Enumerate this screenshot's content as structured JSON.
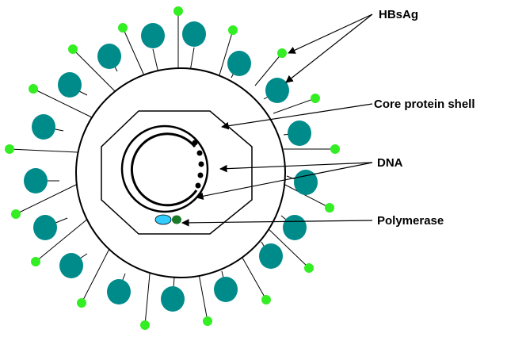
{
  "labels": {
    "hbsag": "HBsAg",
    "core_shell": "Core protein shell",
    "dna": "DNA",
    "polymerase": "Polymerase"
  },
  "colors": {
    "teal_protein": "#008b8b",
    "green_tip": "#33ee22",
    "polymerase_light": "#33ccff",
    "polymerase_dark": "#1a7a2a",
    "outline": "#000000"
  }
}
